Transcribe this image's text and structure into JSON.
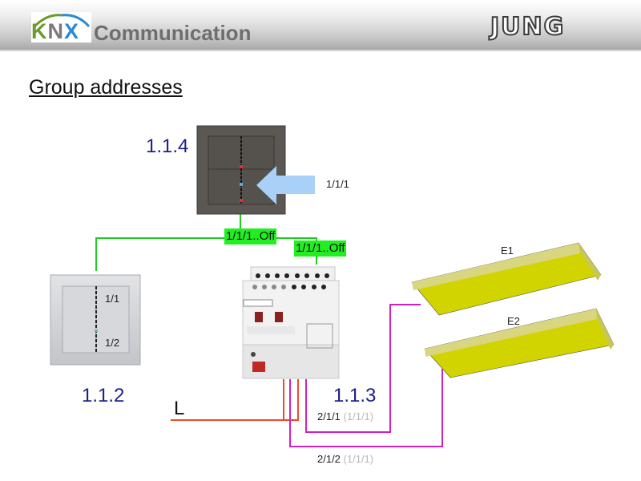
{
  "header": {
    "logo": {
      "k": "K",
      "n": "N",
      "x": "X"
    },
    "title": "Communication",
    "brand": "JUNG"
  },
  "page_title": "Group addresses",
  "devices": {
    "push_button_4gang": {
      "address": "1.1.4",
      "group_label": "1/1/1"
    },
    "push_button_2gang": {
      "address": "1.1.2",
      "rocker_top": "1/1",
      "rocker_bottom": "1/2"
    },
    "switch_actuator": {
      "address": "1.1.3"
    }
  },
  "telegrams": {
    "bus_tag_1": "1/1/1..Off",
    "bus_tag_2": "1/1/1..Off"
  },
  "loads": {
    "lamp_1": "E1",
    "lamp_2": "E2",
    "mains": "L"
  },
  "outputs": {
    "channel_1": {
      "address": "2/1/1",
      "secondary": "(1/1/1)"
    },
    "channel_2": {
      "address": "2/1/2",
      "secondary": "(1/1/1)"
    }
  },
  "colors": {
    "bus_line": "#22cc22",
    "mains_line": "#f04a2a",
    "load_line": "#d020c0",
    "lamp": "#d2d400",
    "address_text": "#1b1f8a",
    "arrow": "#a8d0f8"
  }
}
